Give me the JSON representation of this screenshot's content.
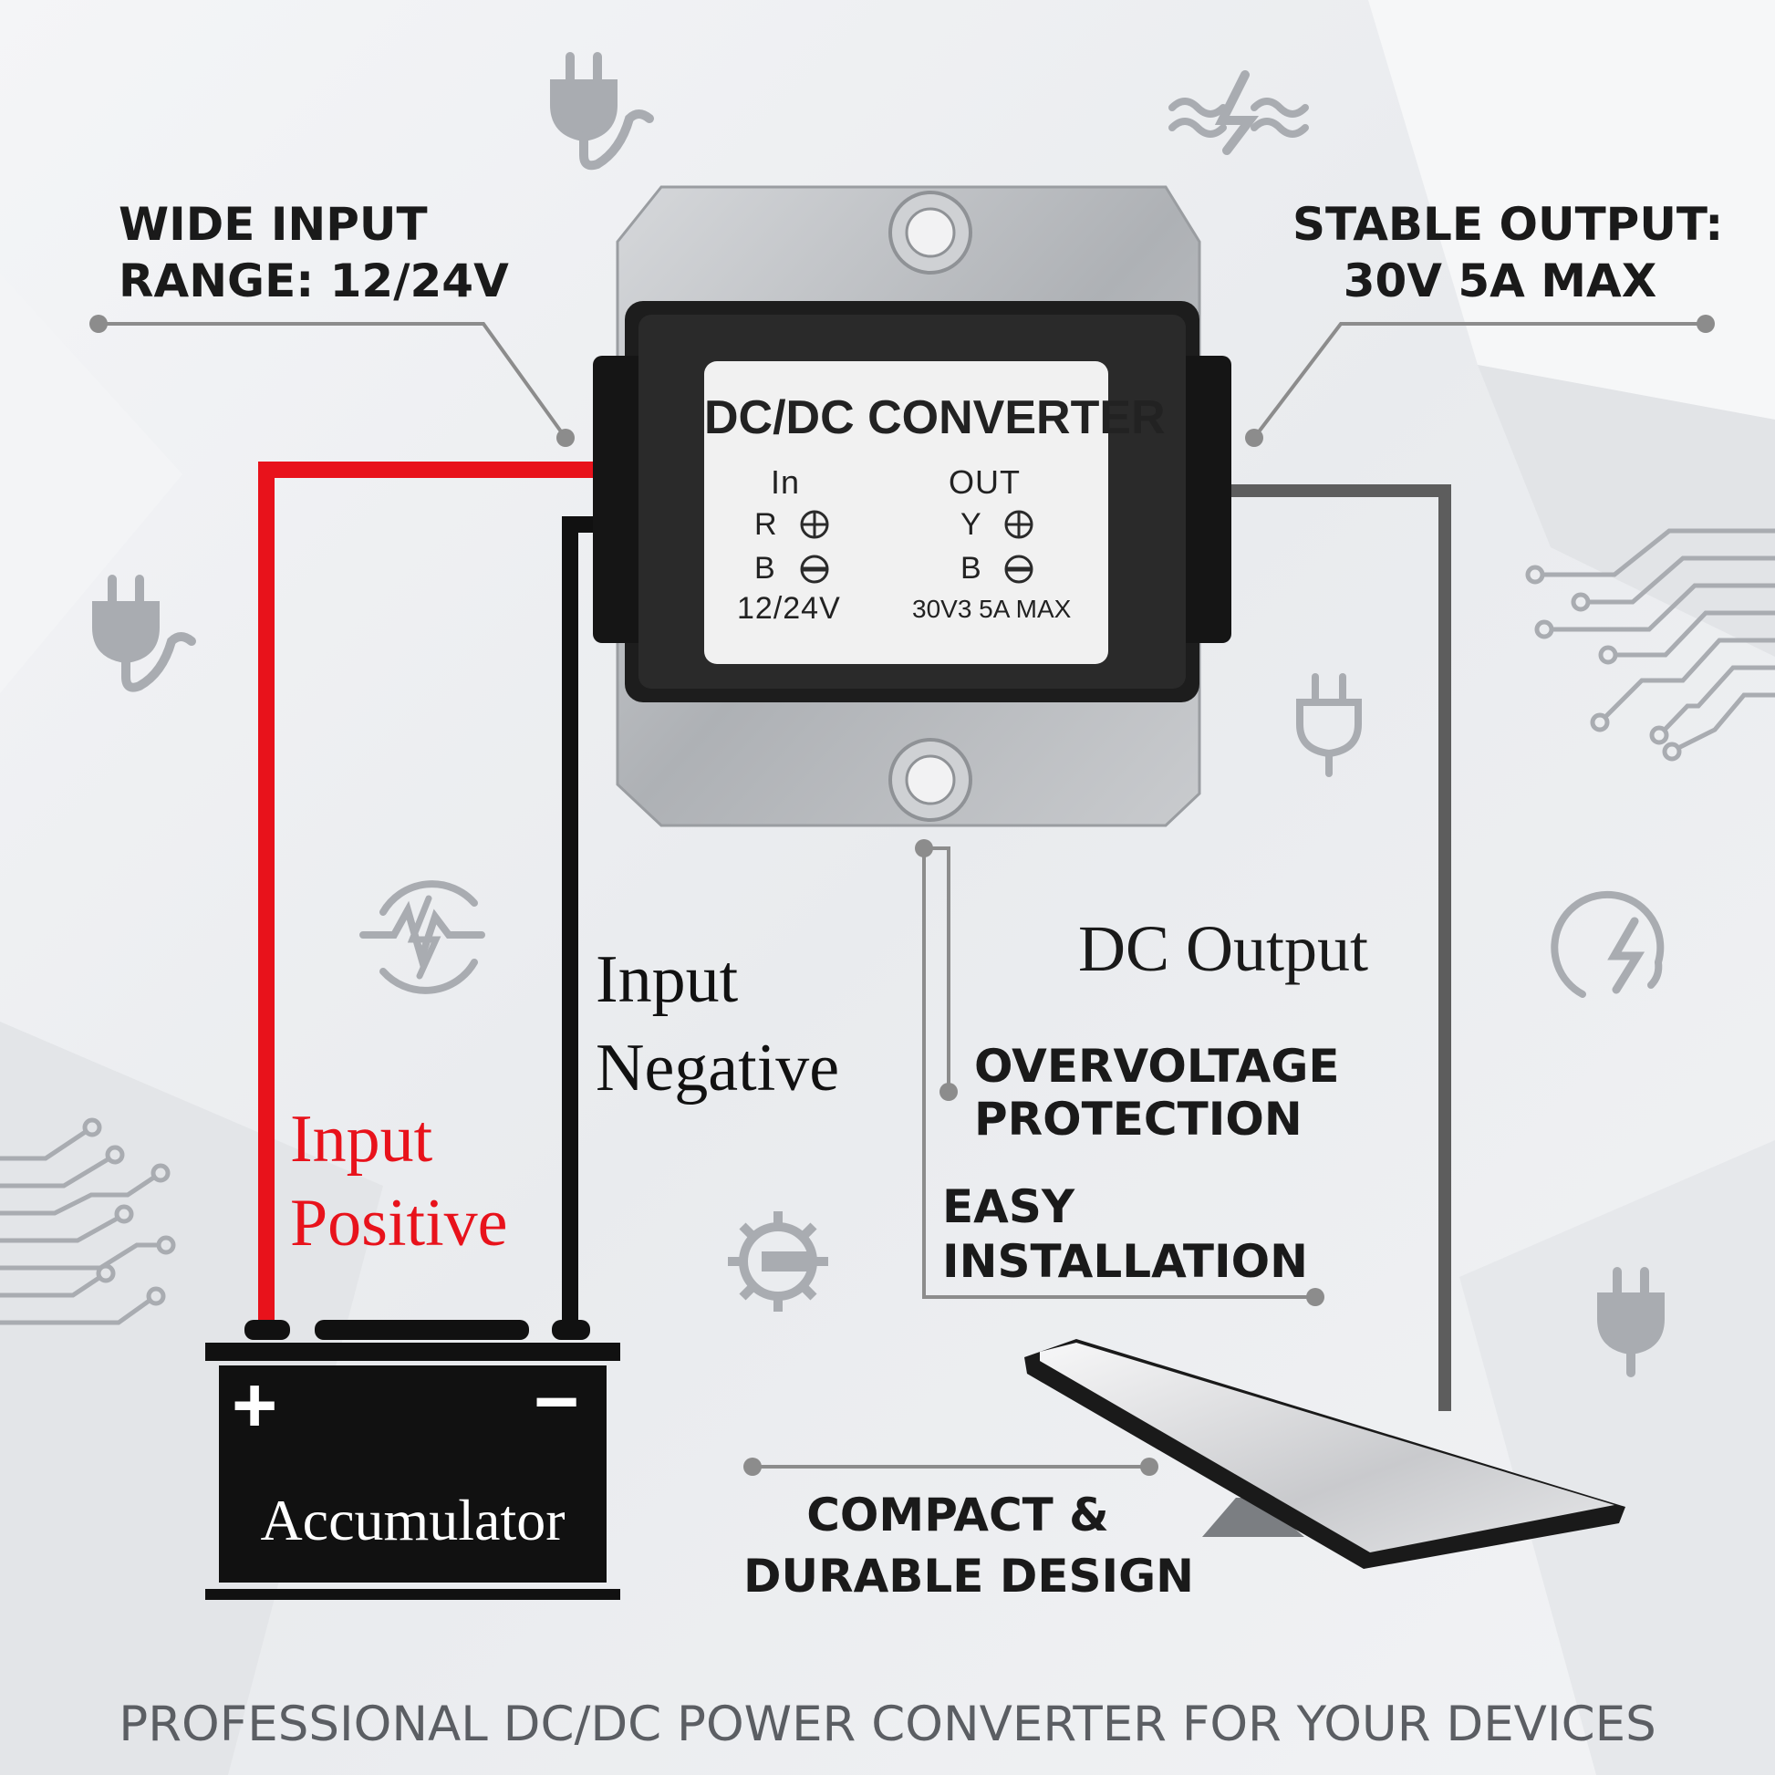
{
  "features": {
    "wide_input": [
      "WIDE INPUT",
      "RANGE: 12/24V"
    ],
    "stable_output": [
      "STABLE OUTPUT:",
      "30V 5A MAX"
    ],
    "overvoltage": [
      "OVERVOLTAGE",
      "PROTECTION"
    ],
    "easy_install": [
      "EASY",
      "INSTALLATION"
    ],
    "compact": [
      "COMPACT &",
      "DURABLE DESIGN"
    ]
  },
  "wire_labels": {
    "input_negative": [
      "Input",
      "Negative"
    ],
    "input_positive": [
      "Input",
      "Positive"
    ],
    "dc_output": "DC Output"
  },
  "device_label": {
    "title": "DC/DC CONVERTER",
    "in_header": "In",
    "out_header": "OUT",
    "in_r": "R",
    "in_b": "B",
    "out_y": "Y",
    "out_b": "B",
    "in_voltage": "12/24V",
    "out_rating": "30V3 5A MAX"
  },
  "battery": {
    "name": "Accumulator",
    "plus": "+",
    "minus": "−"
  },
  "footer": "PROFESSIONAL DC/DC POWER CONVERTER FOR YOUR DEVICES",
  "colors": {
    "background": "#eceef1",
    "positive_wire": "#e8121b",
    "negative_wire": "#111111",
    "output_wire": "#5d5d5d",
    "callout_line": "#8c8c8c",
    "icon": "#a9acb1",
    "battery": "#111111",
    "device_metal": "#b9bcc0"
  },
  "icons": [
    "plug-icon",
    "lightning-wave-icon",
    "circuit-icon",
    "pulse-icon",
    "gear-icon",
    "bolt-circle-icon"
  ]
}
